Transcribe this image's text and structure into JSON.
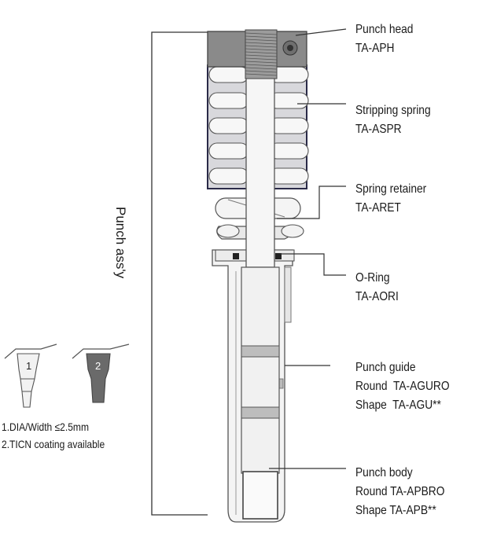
{
  "parts": [
    {
      "key": "punch-head",
      "lines": [
        "Punch head",
        "TA-APH"
      ]
    },
    {
      "key": "stripping-spring",
      "lines": [
        "Stripping spring",
        "TA-ASPR"
      ]
    },
    {
      "key": "spring-retainer",
      "lines": [
        "Spring retainer",
        "TA-ARET"
      ]
    },
    {
      "key": "o-ring",
      "lines": [
        "O-Ring",
        "TA-AORI"
      ]
    },
    {
      "key": "punch-guide",
      "lines": [
        "Punch guide",
        "Round  TA-AGURO",
        "Shape  TA-AGU**"
      ]
    },
    {
      "key": "punch-body",
      "lines": [
        "Punch body",
        "Round TA-APBRO",
        "Shape TA-APB**"
      ]
    }
  ],
  "assembly_label": "Punch ass'y",
  "tip_variants": [
    "1",
    "2"
  ],
  "notes": [
    "1.DIA/Width ≤2.5mm",
    "2.TICN coating available"
  ],
  "colors": {
    "outline": "#555555",
    "metal_light": "#f2f2f2",
    "metal_mid": "#cfcfcf",
    "head": "#8a8a8a",
    "spring_shadow": "#2a2a48",
    "coated_tip": "#6a6a6a"
  }
}
